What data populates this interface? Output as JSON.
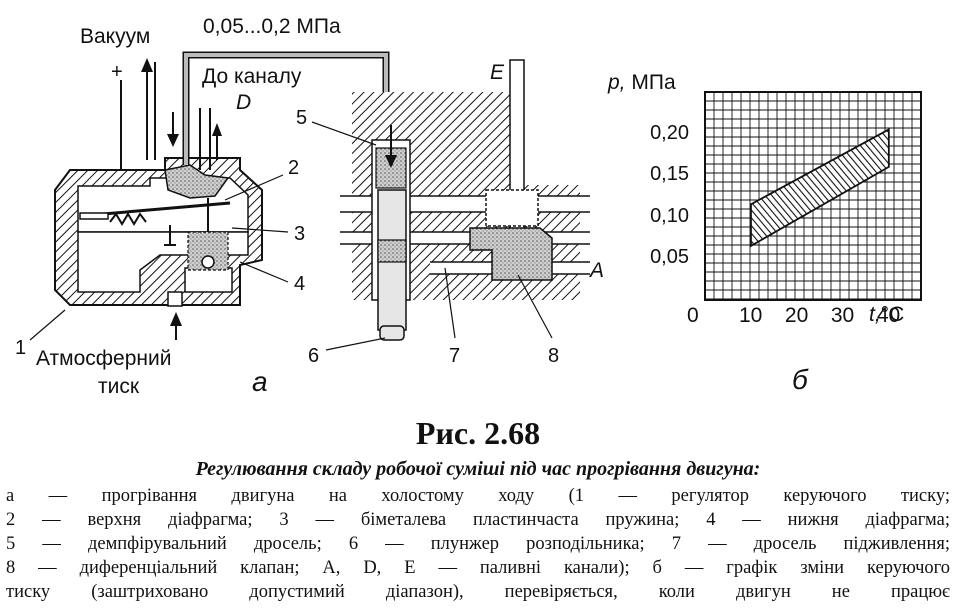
{
  "diagram": {
    "labels": {
      "vacuum": "Вакуум",
      "plus": "+",
      "pressure_range": "0,05...0,2 МПа",
      "to_channel": "До каналу",
      "D": "D",
      "E": "E",
      "A": "A",
      "n1": "1",
      "n2": "2",
      "n3": "3",
      "n4": "4",
      "n5": "5",
      "n6": "6",
      "n7": "7",
      "n8": "8",
      "atm_line1": "Атмосферний",
      "atm_line2": "тиск",
      "panel_a": "а",
      "panel_b": "б"
    }
  },
  "chart_data": {
    "type": "area",
    "ylabel_var": "p,",
    "ylabel_unit": "МПа",
    "xlabel_var": "t,",
    "xlabel_unit": "°C",
    "x_ticks": [
      "0",
      "10",
      "20",
      "30",
      "40"
    ],
    "y_ticks": [
      "0,05",
      "0,10",
      "0,15",
      "0,20"
    ],
    "xlim": [
      0,
      47
    ],
    "ylim": [
      0,
      0.25
    ],
    "grid": true,
    "band": {
      "x": [
        10,
        40
      ],
      "upper": [
        0.115,
        0.205
      ],
      "lower": [
        0.065,
        0.16
      ]
    }
  },
  "caption": {
    "figure_title": "Рис. 2.68",
    "subtitle": "Регулювання складу робочої суміші під час прогрівання двигуна:",
    "lines": [
      "а — прогрівання двигуна на холостому ходу (1 — регулятор керуючого тиску;",
      "2 — верхня діафрагма; 3 — біметалева пластинчаста пружина; 4 — нижня діафрагма;",
      "5 — демпфірувальний дросель; 6 — плунжер розподільника; 7 — дросель підживлення;",
      "8 — диференціальний клапан; A, D, E — паливні канали); б — графік зміни керуючого",
      "тиску (заштриховано допустимий діапазон), перевіряється, коли двигун не працює"
    ]
  }
}
